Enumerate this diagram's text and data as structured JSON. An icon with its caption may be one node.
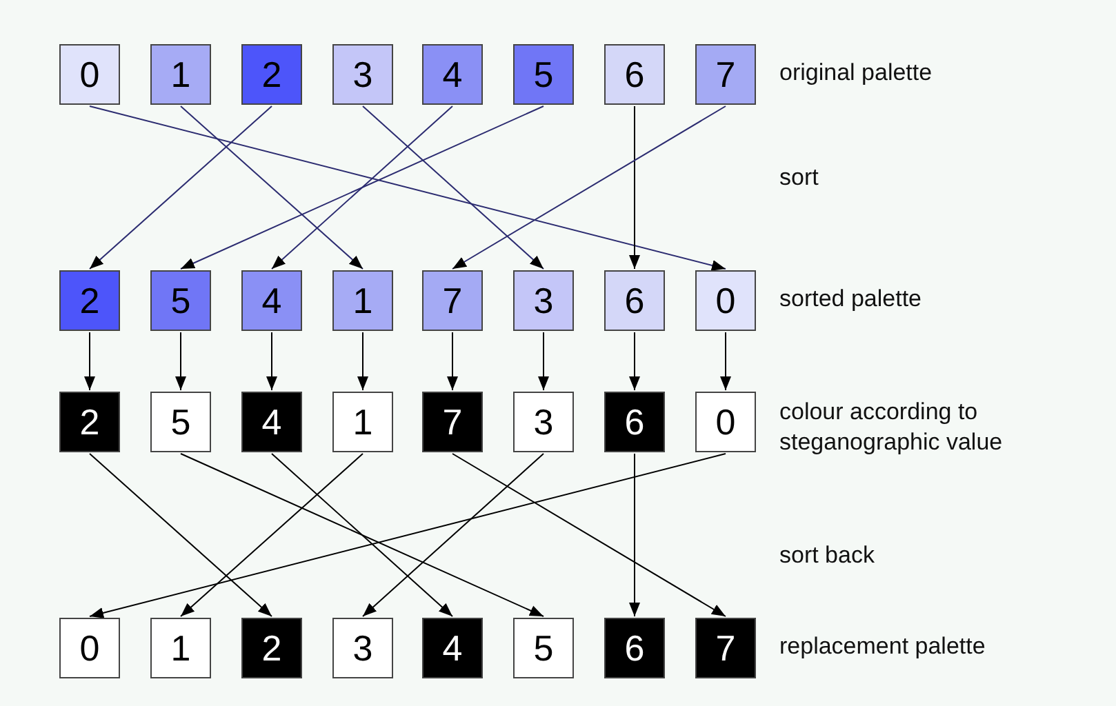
{
  "diagram": {
    "nodes": [
      {
        "text": [
          "0"
        ]
      },
      {
        "text": [
          "1"
        ]
      },
      {
        "text": [
          "2"
        ]
      },
      {
        "text": [
          "3"
        ]
      },
      {
        "text": [
          "4"
        ]
      },
      {
        "text": [
          "5"
        ]
      },
      {
        "text": [
          "6"
        ]
      },
      {
        "text": [
          "7"
        ]
      },
      {
        "text": [
          "2"
        ]
      },
      {
        "text": [
          "5"
        ]
      },
      {
        "text": [
          "4"
        ]
      },
      {
        "text": [
          "1"
        ]
      },
      {
        "text": [
          "7"
        ]
      },
      {
        "text": [
          "3"
        ]
      },
      {
        "text": [
          "6"
        ]
      },
      {
        "text": [
          "0"
        ]
      },
      {
        "text": [
          "2"
        ]
      },
      {
        "text": [
          "5"
        ]
      },
      {
        "text": [
          "4"
        ]
      },
      {
        "text": [
          "1"
        ]
      },
      {
        "text": [
          "7"
        ]
      },
      {
        "text": [
          "3"
        ]
      },
      {
        "text": [
          "6"
        ]
      },
      {
        "text": [
          "0"
        ]
      },
      {
        "text": [
          "0"
        ]
      },
      {
        "text": [
          "1"
        ]
      },
      {
        "text": [
          "2"
        ]
      },
      {
        "text": [
          "3"
        ]
      },
      {
        "text": [
          "4"
        ]
      },
      {
        "text": [
          "5"
        ]
      },
      {
        "text": [
          "6"
        ]
      },
      {
        "text": [
          "7"
        ]
      }
    ],
    "edges": [
      {
        "from": 0,
        "to": 15,
        "arrow": "to",
        "color": "#2b2b70"
      },
      {
        "from": 1,
        "to": 11,
        "arrow": "to",
        "color": "#2b2b70"
      },
      {
        "from": 2,
        "to": 8,
        "arrow": "to",
        "color": "#2b2b70"
      },
      {
        "from": 3,
        "to": 13,
        "arrow": "to",
        "color": "#2b2b70"
      },
      {
        "from": 4,
        "to": 10,
        "arrow": "to",
        "color": "#2b2b70"
      },
      {
        "from": 5,
        "to": 9,
        "arrow": "to",
        "color": "#2b2b70"
      },
      {
        "from": 6,
        "to": 14,
        "arrow": "to"
      },
      {
        "from": 7,
        "to": 12,
        "arrow": "to",
        "color": "#2b2b70"
      },
      {
        "from": 8,
        "to": 16,
        "arrow": "to"
      },
      {
        "from": 9,
        "to": 17,
        "arrow": "to"
      },
      {
        "from": 10,
        "to": 18,
        "arrow": "to"
      },
      {
        "from": 11,
        "to": 19,
        "arrow": "to"
      },
      {
        "from": 12,
        "to": 20,
        "arrow": "to"
      },
      {
        "from": 13,
        "to": 21,
        "arrow": "to"
      },
      {
        "from": 14,
        "to": 22,
        "arrow": "to"
      },
      {
        "from": 15,
        "to": 23,
        "arrow": "to"
      },
      {
        "from": 16,
        "to": 26,
        "arrow": "to"
      },
      {
        "from": 17,
        "to": 29,
        "arrow": "to"
      },
      {
        "from": 18,
        "to": 28,
        "arrow": "to"
      },
      {
        "from": 19,
        "to": 25,
        "arrow": "to"
      },
      {
        "from": 20,
        "to": 31,
        "arrow": "to"
      },
      {
        "from": 21,
        "to": 27,
        "arrow": "to"
      },
      {
        "from": 22,
        "to": 30,
        "arrow": "to"
      },
      {
        "from": 23,
        "to": 24,
        "arrow": "to"
      }
    ],
    "labels": [
      "original palette",
      "sort",
      "sorted palette",
      "colour according to steganographic value",
      "sort back",
      "replacement palette"
    ]
  }
}
